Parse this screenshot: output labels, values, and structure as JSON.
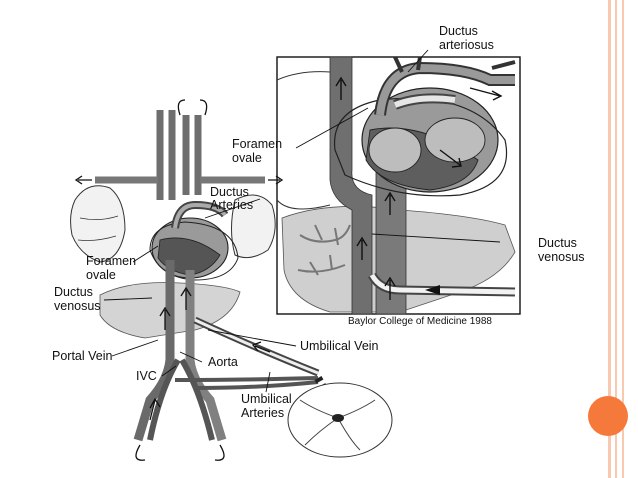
{
  "colors": {
    "accent": "#f4793a",
    "stripe": "#f9c8b0",
    "vessel_dark": "#5a5a5a",
    "vessel_mid": "#8c8c8c",
    "liver": "#d0d0d0",
    "ink": "#111111"
  },
  "labels": {
    "ductus_arteriosus_line1": "Ductus",
    "ductus_arteriosus_line2": "arteriosus",
    "foramen_ovale_inset_line1": "Foramen",
    "foramen_ovale_inset_line2": "ovale",
    "ductus_arteries_line1": "Ductus",
    "ductus_arteries_line2": "Arteries",
    "foramen_ovale_main_line1": "Foramen",
    "foramen_ovale_main_line2": "ovale",
    "ductus_venosus_left_line1": "Ductus",
    "ductus_venosus_left_line2": "venosus",
    "ductus_venosus_right_line1": "Ductus",
    "ductus_venosus_right_line2": "venosus",
    "umbilical_vein": "Umbilical Vein",
    "portal_vein": "Portal Vein",
    "aorta": "Aorta",
    "ivc": "IVC",
    "umbilical_arteries_line1": "Umbilical",
    "umbilical_arteries_line2": "Arteries"
  },
  "credit": "Baylor College of Medicine 1988"
}
